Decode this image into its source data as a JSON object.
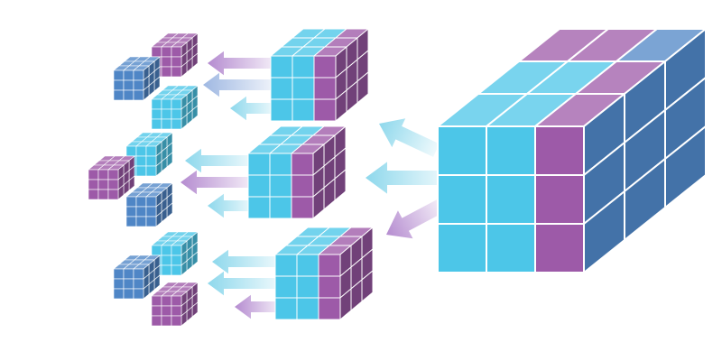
{
  "colors": {
    "background": "#ffffff",
    "cyan": "#4cc6e8",
    "purple": "#9d5aa8",
    "blue": "#4f86c6",
    "arrow_cyan": "#8ed8ec",
    "arrow_purple": "#b58cd0",
    "arrow_blue": "#9fb8e2"
  },
  "illustration": {
    "main_cube_icon": "large-data-cube",
    "intermediate_cube_icon": "data-cube",
    "small_cube_icon": "mini-data-cube",
    "arrow_icon": "flow-arrow"
  }
}
